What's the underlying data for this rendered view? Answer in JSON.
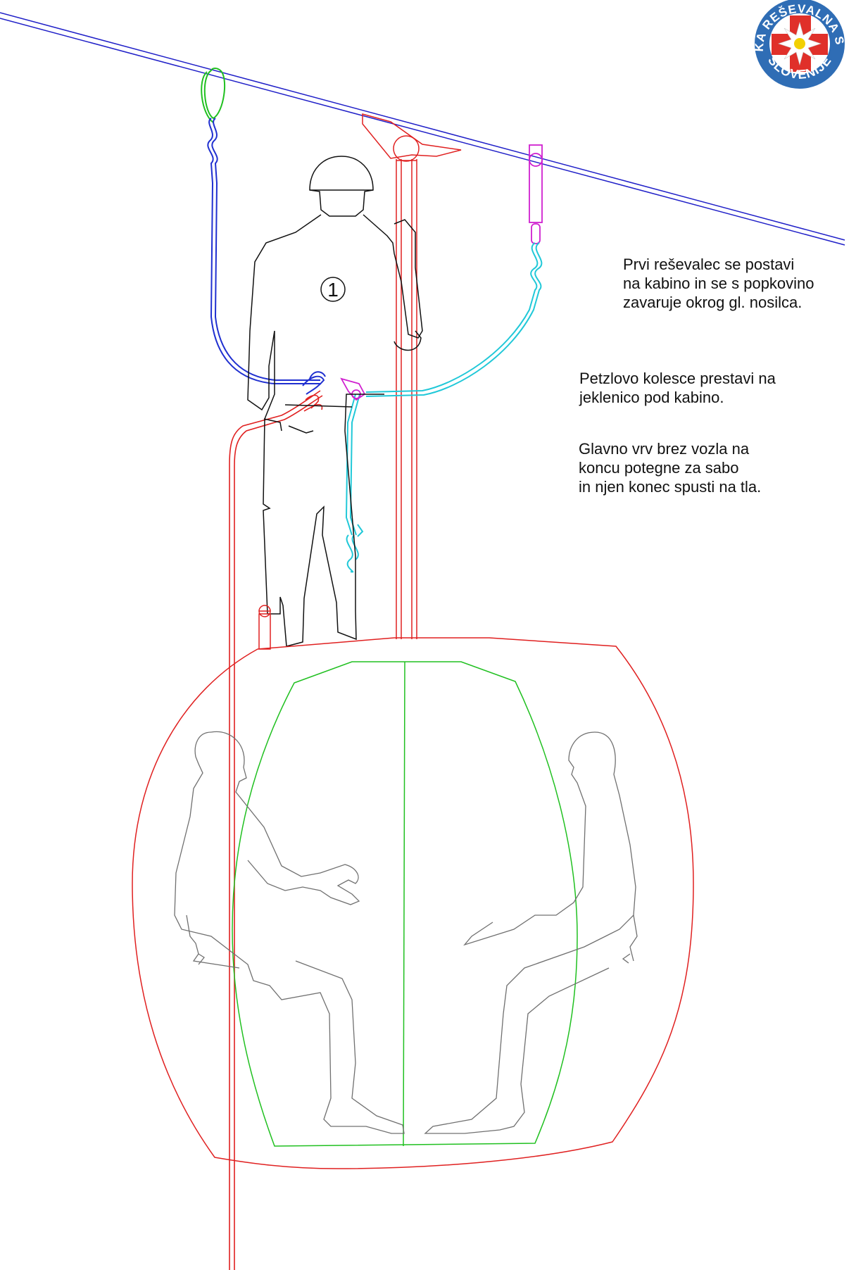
{
  "logo": {
    "top_text": "GORSKA REŠEVALNA SLUŽBA",
    "bottom_text": "SLOVENIJE",
    "colors": {
      "ring": "#2f6db5",
      "cross": "#e0302a",
      "flower": "#ffffff"
    }
  },
  "rescuer": {
    "number": "1"
  },
  "notes": [
    {
      "text": "Prvi reševalec se postavi\nna kabino in se s popkovino\nzavaruje okrog gl. nosilca."
    },
    {
      "text": "Petzlovo kolesce prestavi na\njeklenico pod kabino."
    },
    {
      "text": "Glavno vrv brez vozla na\nkoncu potegne za sabo\nin njen konec spusti na tla."
    }
  ],
  "colors": {
    "cable": "#2020c8",
    "structure": "#e02020",
    "door": "#20c020",
    "lanyard": "#2030d0",
    "cyan_line": "#20c8d8",
    "pulley": "#d020d0",
    "person": "#111111",
    "passengers": "#707070"
  }
}
